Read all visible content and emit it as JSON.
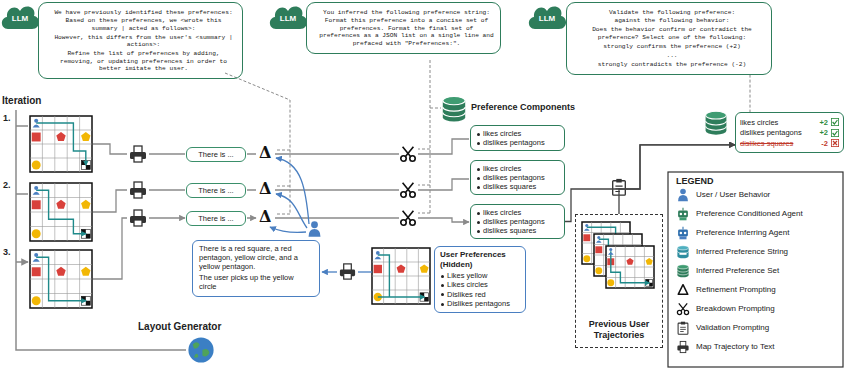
{
  "diagram": {
    "nodes": [
      {
        "text": [
          "We have previously identified these preferences:",
          "Based on these preferences, we <wrote this summary | acted as follows>:",
          "However, this differs from the user's <summary | actions>:",
          "Refine the list of preferences by adding, removing, or updating preferences in order to better imitate the user."
        ]
      },
      {
        "text": [
          "You inferred the following preference string:",
          "Format this preference into a concise set of preferences. Format the final set of preferences as a JSON list on a single line and prefaced with \"Preferences:\"."
        ]
      },
      {
        "text": [
          "Validate the following preference:",
          "against the following behavior:",
          "Does the behavior confirm or contradict the preference? Select one of the following:",
          "strongly confirms the preference (+2)",
          "...",
          "strongly contradicts the preference (-2)"
        ]
      },
      {
        "text": [
          "There is ..."
        ]
      },
      {
        "text": [
          "There is ..."
        ]
      },
      {
        "text": [
          "There is ..."
        ]
      },
      {
        "text": [
          "likes circles",
          "dislikes pentagons"
        ]
      },
      {
        "text": [
          "likes circles",
          "dislikes pentagons",
          "dislikes squares"
        ]
      },
      {
        "text": [
          "likes circles",
          "dislikes pentagons",
          "dislikes squares"
        ]
      },
      {
        "text": [
          "There is a red square, a red pentagon, yellow circle, and a yellow pentagon.",
          "The user picks up the yellow circle"
        ]
      },
      {
        "text": [
          "User Preferences (Hidden)",
          "Likes yellow",
          "Likes circles",
          "Dislikes red",
          "Dislikes pentagons"
        ]
      },
      {
        "text": [
          "Previous User Trajectories"
        ]
      },
      {
        "text": [
          "likes circles",
          "+2",
          "dislikes pentagons",
          "+2",
          "dislikes squares",
          "-2"
        ]
      }
    ],
    "edges": [
      {
        "from": 8,
        "to": 12,
        "arrow": "to"
      },
      {
        "from": 11,
        "to": 12,
        "arrow": "to"
      },
      {
        "from": 2,
        "to": 12,
        "arrow": "none"
      }
    ],
    "labels": [
      "LLM",
      "LLM",
      "LLM",
      "Iteration",
      "1.",
      "2.",
      "3.",
      "Δ",
      "Δ",
      "Δ",
      "Preference Components",
      "Layout Generator",
      "LEGEND"
    ],
    "legend": [
      {
        "text": "User / User Behavior"
      },
      {
        "text": "Preference Conditioned Agent"
      },
      {
        "text": "Preference Inferring Agent"
      },
      {
        "text": "Inferred Preference String"
      },
      {
        "text": "Inferred Preference Set"
      },
      {
        "text": "Refinement Prompting"
      },
      {
        "text": "Breakdown Prompting"
      },
      {
        "text": "Validation Prompting"
      },
      {
        "text": "Map Trajectory to Text"
      }
    ]
  }
}
